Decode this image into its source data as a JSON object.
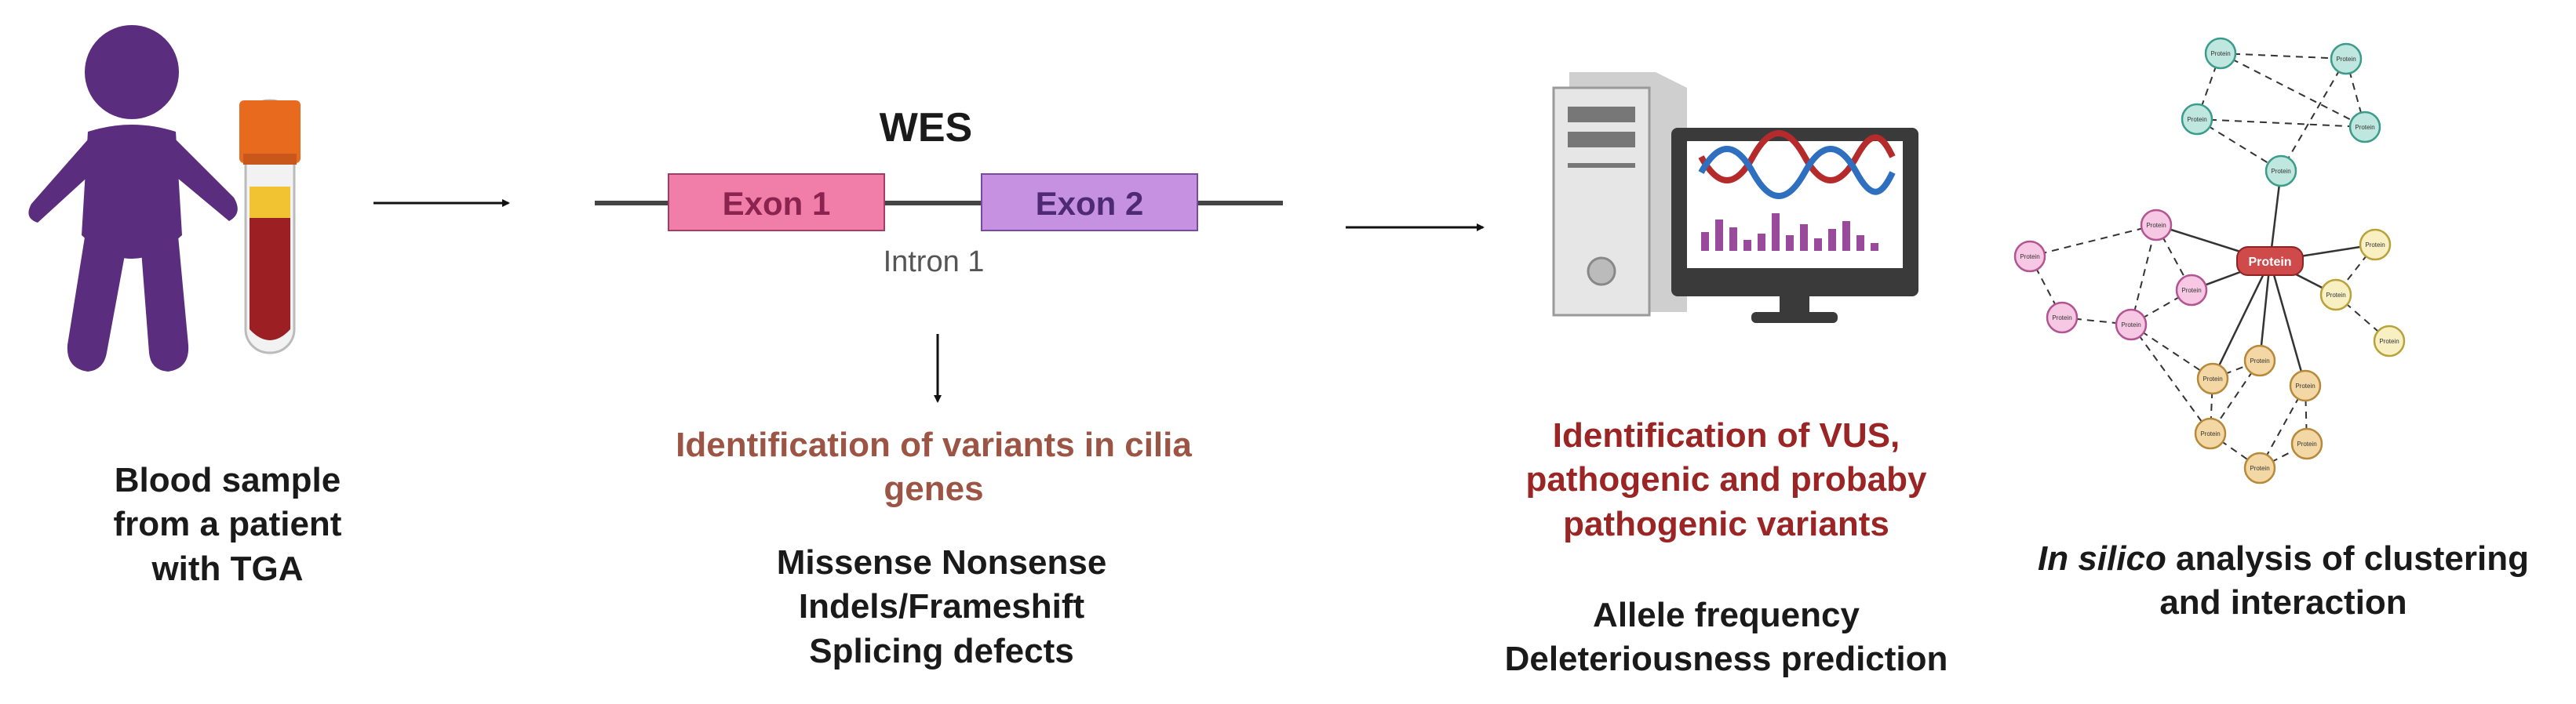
{
  "wes": {
    "title": "WES",
    "exon1": "Exon 1",
    "exon2": "Exon 2",
    "intron": "Intron 1"
  },
  "step1": {
    "caption_lines": [
      "Blood sample",
      "from a patient",
      "with TGA"
    ]
  },
  "step2": {
    "heading_lines": [
      "Identification of variants in cilia",
      "genes"
    ],
    "detail_lines": [
      "Missense  Nonsense",
      "Indels/Frameshift",
      "Splicing defects"
    ]
  },
  "step3": {
    "heading_lines": [
      "Identification of VUS,",
      "pathogenic and probaby",
      "pathogenic variants"
    ],
    "detail_lines": [
      "Allele frequency",
      "Deleteriousness prediction"
    ]
  },
  "step4": {
    "caption_italic": "In silico",
    "caption_rest": " analysis of clustering",
    "caption_line2": "and interaction",
    "hub_label": "Protein",
    "node_label": "Protein"
  },
  "colors": {
    "person": "#5b2d7e",
    "exon1": "#f07ea8",
    "exon2": "#c591e0",
    "heading_brown": "#9c5545",
    "heading_red": "#9b2424",
    "hub": "#cf4a4a"
  }
}
